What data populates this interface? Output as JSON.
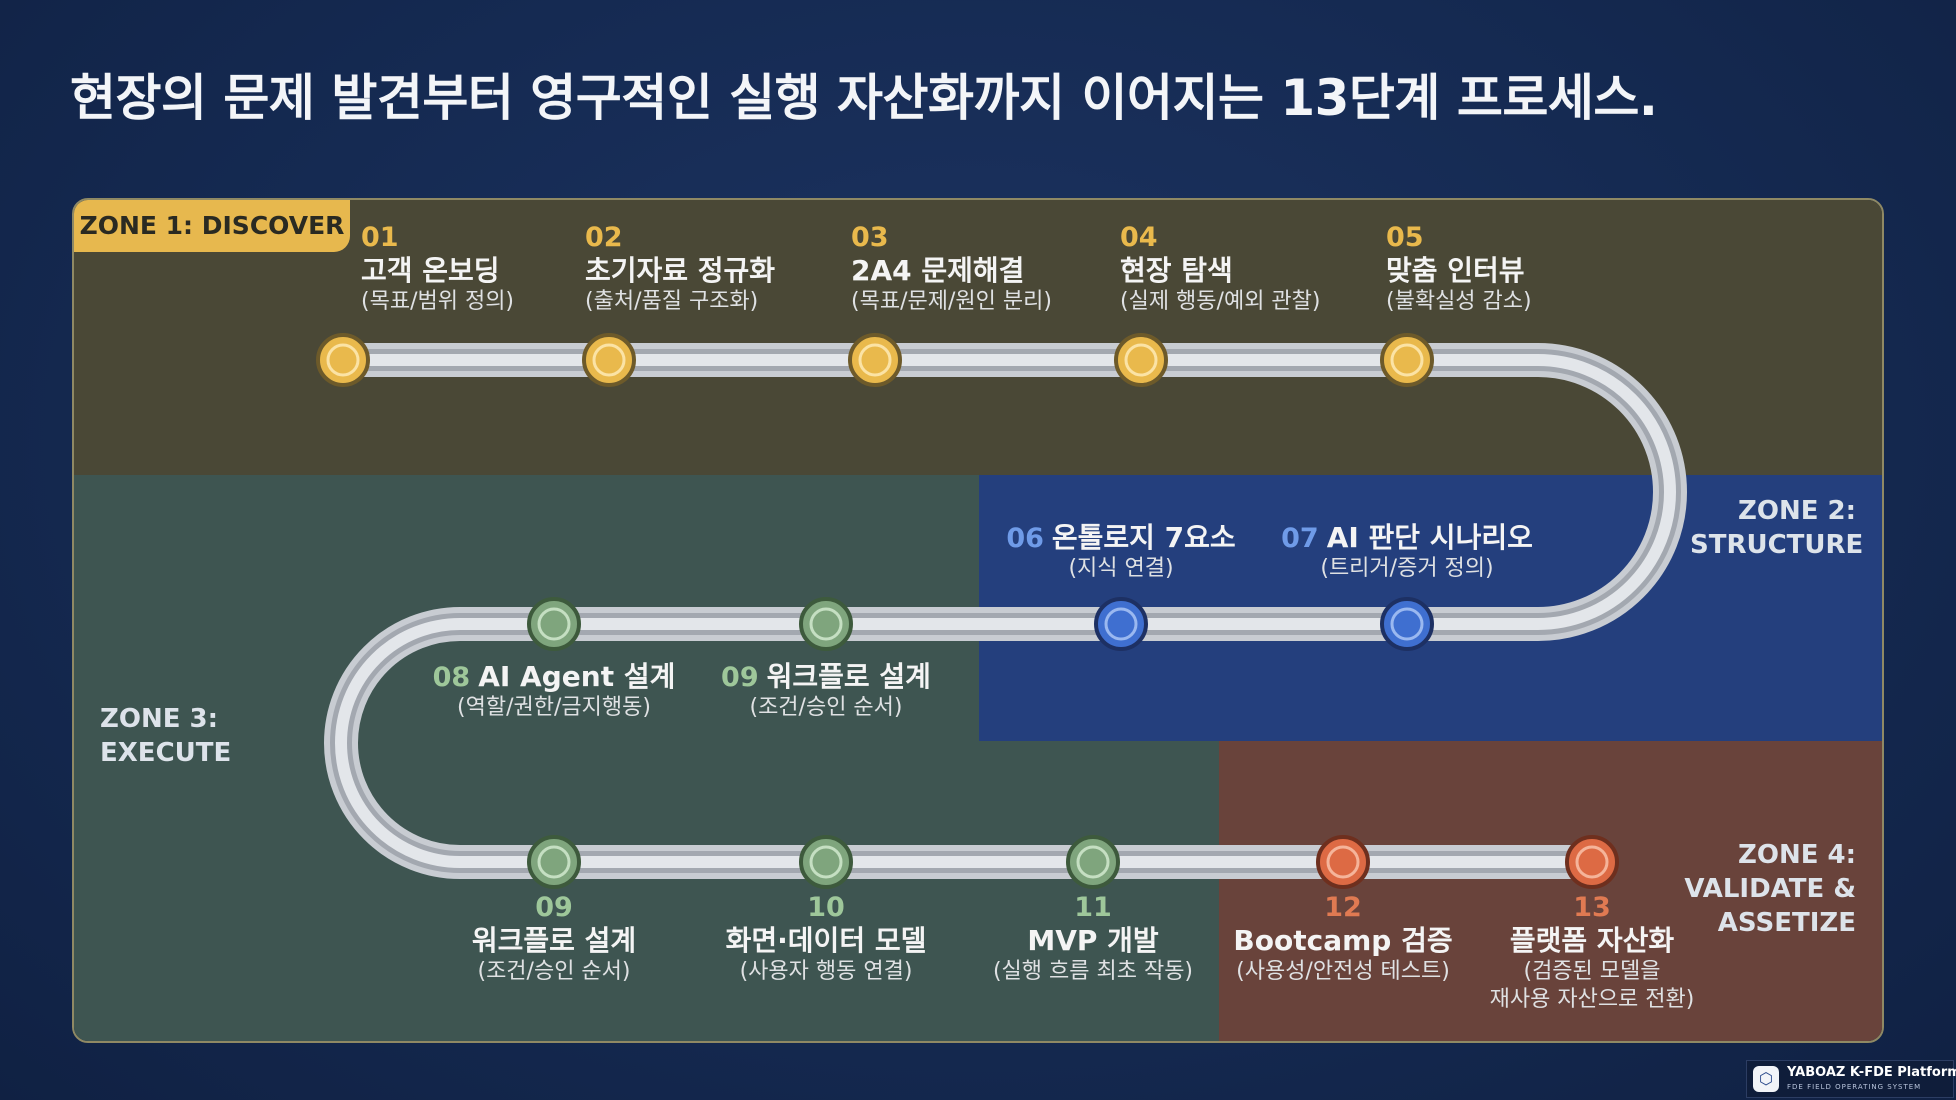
{
  "title": "현장의 문제 발견부터 영구적인 실행 자산화까지 이어지는 13단계 프로세스.",
  "zones": {
    "zone1": "ZONE 1: DISCOVER",
    "zone2": [
      "ZONE 2:",
      "STRUCTURE"
    ],
    "zone3": [
      "ZONE 3:",
      "EXECUTE"
    ],
    "zone4": [
      "ZONE 4:",
      "VALIDATE &",
      "ASSETIZE"
    ]
  },
  "colors": {
    "discover": "#e9b94c",
    "structure": "#3f6fd0",
    "execute": "#7fa57d",
    "validate": "#dd6a44"
  },
  "steps": [
    {
      "num": "01",
      "name": "고객 온보딩",
      "desc": "(목표/범위 정의)"
    },
    {
      "num": "02",
      "name": "초기자료 정규화",
      "desc": "(출처/품질 구조화)"
    },
    {
      "num": "03",
      "name": "2A4 문제해결",
      "desc": "(목표/문제/원인 분리)"
    },
    {
      "num": "04",
      "name": "현장 탐색",
      "desc": "(실제 행동/예외 관찰)"
    },
    {
      "num": "05",
      "name": "맞춤 인터뷰",
      "desc": "(불확실성 감소)"
    },
    {
      "num": "06",
      "name": "온톨로지 7요소",
      "desc": "(지식 연결)"
    },
    {
      "num": "07",
      "name": "AI 판단 시나리오",
      "desc": "(트리거/증거 정의)"
    },
    {
      "num": "08",
      "name": "AI Agent 설계",
      "desc": "(역할/권한/금지행동)"
    },
    {
      "num": "09",
      "name": "워크플로 설계",
      "desc": "(조건/승인 순서)"
    },
    {
      "num": "09",
      "name": "워크플로 설계",
      "desc": "(조건/승인 순서)"
    },
    {
      "num": "10",
      "name": "화면·데이터 모델",
      "desc": "(사용자 행동 연결)"
    },
    {
      "num": "11",
      "name": "MVP 개발",
      "desc": "(실행 흐름 최초 작동)"
    },
    {
      "num": "12",
      "name": "Bootcamp 검증",
      "desc": "(사용성/안전성 테스트)"
    },
    {
      "num": "13",
      "name": "플랫폼 자산화",
      "desc": "(검증된 모델을",
      "desc2": "재사용 자산으로 전환)"
    }
  ],
  "brand": {
    "name": "YABOAZ K-FDE Platform",
    "sub": "FDE FIELD OPERATING SYSTEM",
    "icon": "platform-logo-icon"
  }
}
